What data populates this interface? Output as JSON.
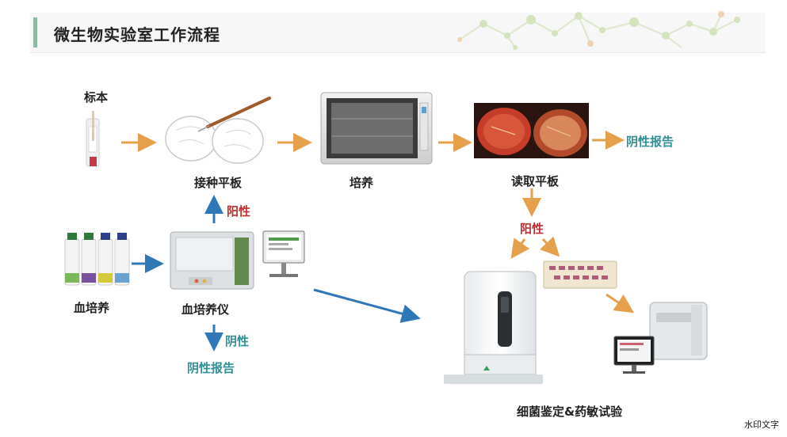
{
  "header": {
    "title": "微生物实验室工作流程"
  },
  "nodes": {
    "specimen": "标本",
    "inoculate_plate": "接种平板",
    "incubate": "培养",
    "read_plate": "读取平板",
    "blood_culture": "血培养",
    "blood_culture_instrument": "血培养仪",
    "identification_ast": "细菌鉴定&药敏试验"
  },
  "edges": {
    "positive_up": "阳性",
    "positive_down": "阳性",
    "negative": "阴性",
    "negative_report_top": "阴性报告",
    "negative_report_bottom": "阴性报告"
  },
  "watermark": "水印文字",
  "colors": {
    "orange_arrow": "#e6a04a",
    "blue_arrow": "#2f78b8",
    "positive_red": "#c03030",
    "negative_teal": "#2e8f96"
  },
  "icons": [
    "molecule-decoration-icon",
    "specimen-tube-icon",
    "petri-dish-icon",
    "incubator-icon",
    "agar-plate-icon",
    "blood-culture-bottle-icon",
    "blood-culture-instrument-icon",
    "monitor-icon",
    "id-ast-analyzer-icon",
    "test-card-icon",
    "reader-instrument-icon"
  ]
}
